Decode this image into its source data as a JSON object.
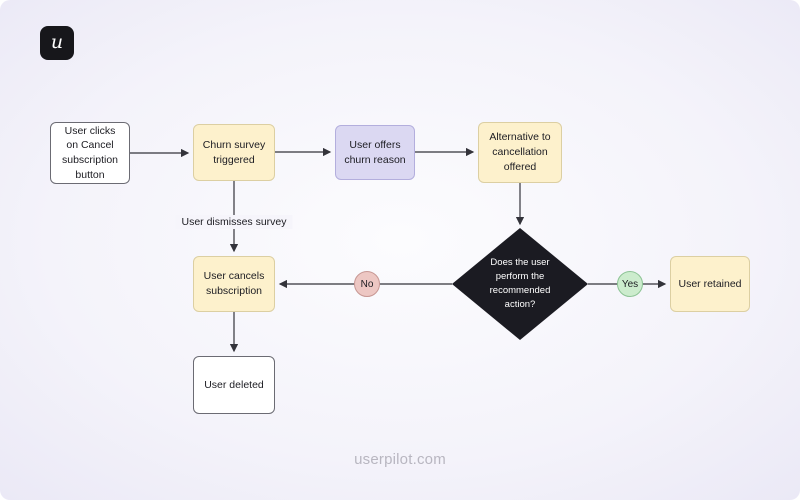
{
  "logo": {
    "letter": "u"
  },
  "watermark": "userpilot.com",
  "nodes": {
    "start": "User clicks on Cancel subscription button",
    "churn_survey": "Churn survey triggered",
    "churn_reason": "User offers churn reason",
    "alternative": "Alternative to cancellation offered",
    "decision": "Does the user perform the recommended action?",
    "retained": "User retained",
    "cancels": "User cancels subscription",
    "deleted": "User deleted"
  },
  "edge_labels": {
    "dismiss": "User dismisses survey",
    "no": "No",
    "yes": "Yes"
  },
  "colors": {
    "background_edge": "#e8e6f5",
    "background_center": "#fcfcfe",
    "node_yellow": "#fdf1cc",
    "node_lavender": "#dbd8f2",
    "node_white": "#ffffff",
    "diamond_fill": "#1b1b22",
    "arrow": "#33333a",
    "no_badge": "#edc7c3",
    "yes_badge": "#cceccd",
    "logo_background": "#17171b",
    "watermark_text": "#b8b6c0"
  }
}
